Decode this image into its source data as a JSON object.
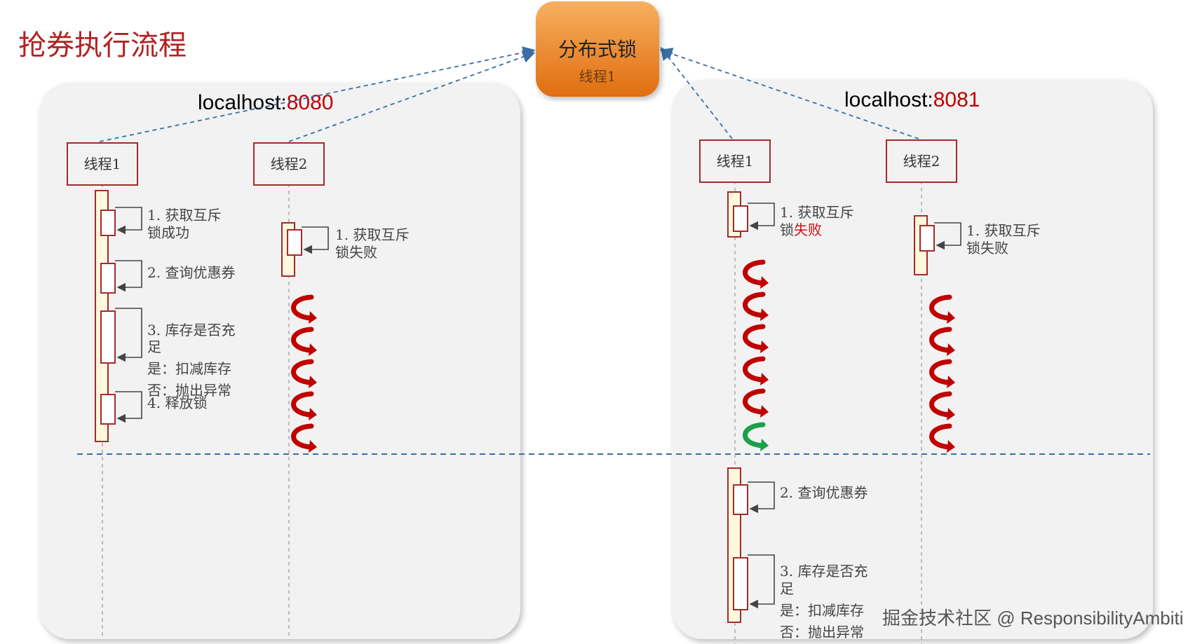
{
  "title": "抢券执行流程",
  "lock": {
    "title": "分布式锁",
    "holder": "线程1"
  },
  "servers": [
    {
      "host_prefix": "localhost:",
      "port": "8080",
      "threads": [
        {
          "name": "线程1",
          "steps": [
            {
              "lines": [
                "1. 获取互斥",
                "锁成功"
              ]
            },
            {
              "lines": [
                "2. 查询优惠券"
              ]
            },
            {
              "lines": [
                "3. 库存是否充",
                "足",
                "是：扣减库存",
                "否：抛出异常"
              ]
            },
            {
              "lines": [
                "4. 释放锁"
              ]
            }
          ]
        },
        {
          "name": "线程2",
          "steps": [
            {
              "lines": [
                "1. 获取互斥",
                "锁失败"
              ]
            }
          ]
        }
      ]
    },
    {
      "host_prefix": "localhost:",
      "port": "8081",
      "threads": [
        {
          "name": "线程1",
          "steps": [
            {
              "lines": [
                "1. 获取互斥",
                "锁失败"
              ]
            },
            {
              "lines": [
                "2. 查询优惠券"
              ]
            },
            {
              "lines": [
                "3. 库存是否充",
                "足",
                "是：扣减库存",
                "否：抛出异常"
              ]
            }
          ]
        },
        {
          "name": "线程2",
          "steps": [
            {
              "lines": [
                "1. 获取互斥",
                "锁失败"
              ]
            }
          ]
        }
      ]
    }
  ],
  "watermark": "掘金技术社区 @ ResponsibilityAmbiti",
  "colors": {
    "title": "#b22222",
    "port": "#c00000",
    "box_border": "#a52a2a",
    "activation_fill": "#fff8dc",
    "retry_red": "#c00000",
    "retry_green": "#1aa04a",
    "lock_top": "#f5a04a",
    "lock_bottom": "#e06d10",
    "dash_blue": "#3a6ea5",
    "panel": "#f2f2f2"
  },
  "icons": {
    "retry": "curved-retry-arrow-icon",
    "self_call": "self-call-arrow-icon"
  }
}
